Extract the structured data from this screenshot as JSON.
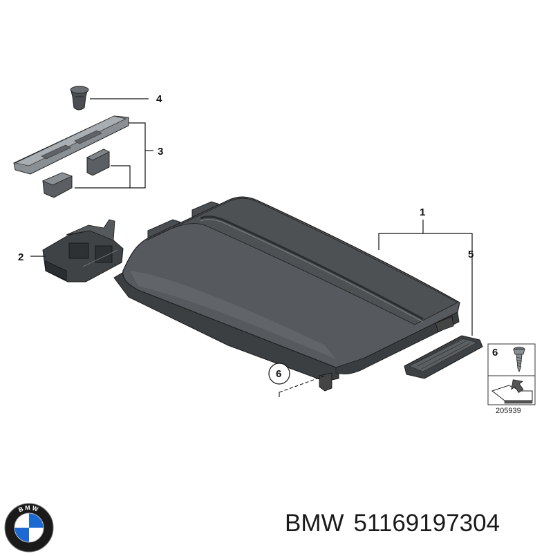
{
  "diagram": {
    "callouts": {
      "c1": "1",
      "c2": "2",
      "c3": "3",
      "c4": "4",
      "c5": "5",
      "c6": "6",
      "c6_box": "6"
    },
    "reference_number": "205939"
  },
  "brand": {
    "name": "BMW",
    "part_number": "51169197304",
    "logo_letters": "BMW",
    "colors": {
      "blue": "#1c69d4",
      "ring": "#1a1a1a",
      "white": "#ffffff"
    }
  },
  "colors": {
    "lid": "#555a5e",
    "lid_dark": "#3c4043",
    "lid_light": "#707579",
    "line": "#111111"
  }
}
